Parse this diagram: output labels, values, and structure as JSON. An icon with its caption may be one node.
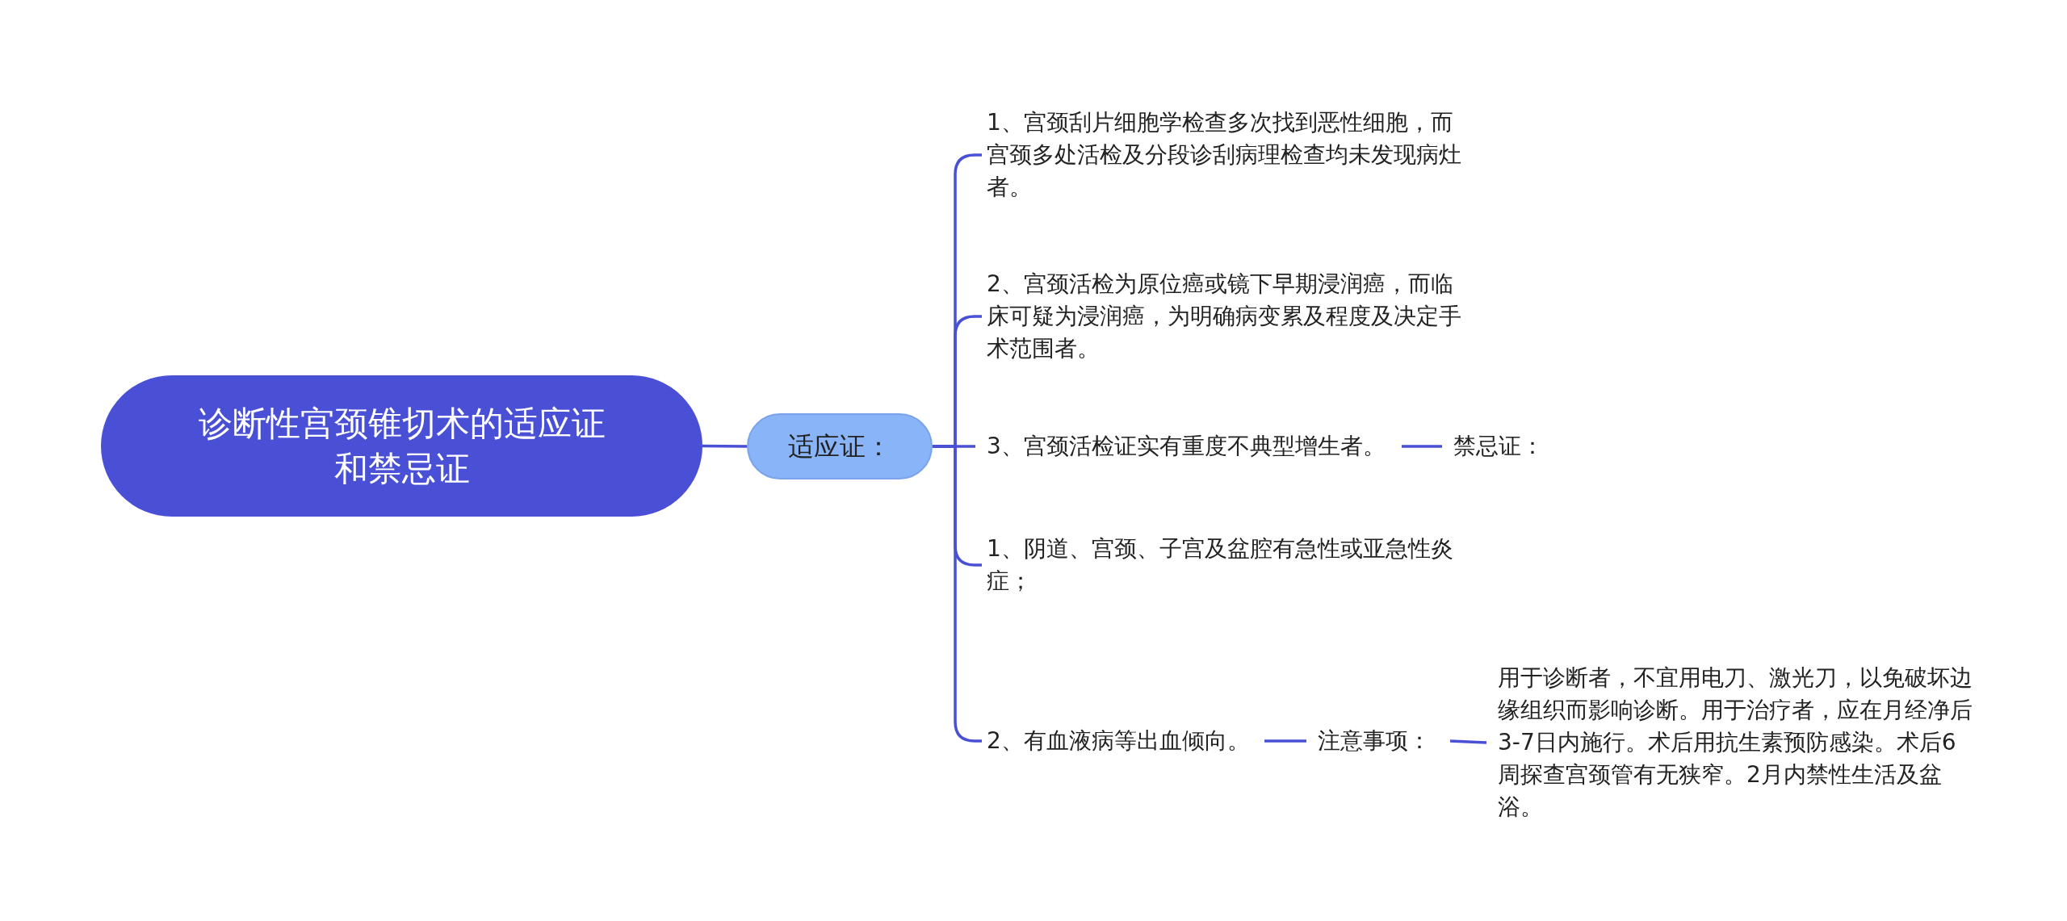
{
  "diagram": {
    "nodes": [
      {
        "text": [
          "诊断性宫颈锥切术的适应证和禁忌证"
        ]
      },
      {
        "text": [
          "适应证："
        ]
      },
      {
        "text": [
          "1、宫颈刮片细胞学检查多次找到恶性细胞，而宫颈多处活检及分段诊刮病理检查均未发现病灶者。"
        ]
      },
      {
        "text": [
          "2、宫颈活检为原位癌或镜下早期浸润癌，而临床可疑为浸润癌，为明确病变累及程度及决定手术范围者。"
        ]
      },
      {
        "text": [
          "3、宫颈活检证实有重度不典型增生者。"
        ]
      },
      {
        "text": [
          "1、阴道、宫颈、子宫及盆腔有急性或亚急性炎症；"
        ]
      },
      {
        "text": [
          "2、有血液病等出血倾向。"
        ]
      },
      {
        "text": [
          "禁忌证："
        ]
      },
      {
        "text": [
          "注意事项："
        ]
      },
      {
        "text": [
          "用于诊断者，不宜用电刀、激光刀，以免破坏边缘组织而影响诊断。用于治疗者，应在月经净后3-7日内施行。术后用抗生素预防感染。术后6周探查宫颈管有无狭窄。2月内禁性生活及盆浴。"
        ]
      }
    ],
    "edges": [
      {
        "from": 0,
        "to": 1,
        "arrow": "none"
      },
      {
        "from": 1,
        "to": 2,
        "arrow": "none"
      },
      {
        "from": 1,
        "to": 3,
        "arrow": "none"
      },
      {
        "from": 1,
        "to": 4,
        "arrow": "none"
      },
      {
        "from": 1,
        "to": 5,
        "arrow": "none"
      },
      {
        "from": 1,
        "to": 6,
        "arrow": "none"
      },
      {
        "from": 4,
        "to": 7,
        "arrow": "none"
      },
      {
        "from": 6,
        "to": 8,
        "arrow": "none"
      },
      {
        "from": 8,
        "to": 9,
        "arrow": "none"
      }
    ]
  }
}
